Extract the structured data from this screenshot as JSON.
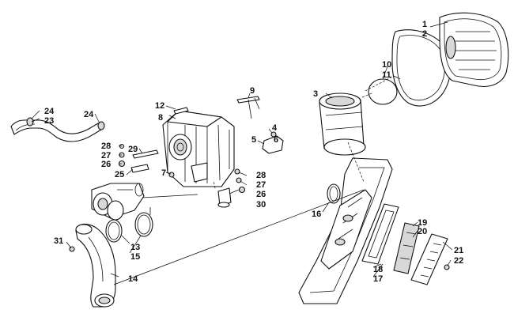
{
  "diagram": {
    "callouts": [
      {
        "key": "c1",
        "label": "1"
      },
      {
        "key": "c2",
        "label": "2"
      },
      {
        "key": "c3",
        "label": "3"
      },
      {
        "key": "c4",
        "label": "4"
      },
      {
        "key": "c5",
        "label": "5"
      },
      {
        "key": "c6",
        "label": "6"
      },
      {
        "key": "c7",
        "label": "7"
      },
      {
        "key": "c8",
        "label": "8"
      },
      {
        "key": "c9",
        "label": "9"
      },
      {
        "key": "c10",
        "label": "10"
      },
      {
        "key": "c11",
        "label": "11"
      },
      {
        "key": "c12",
        "label": "12"
      },
      {
        "key": "c13",
        "label": "13"
      },
      {
        "key": "c14",
        "label": "14"
      },
      {
        "key": "c15",
        "label": "15"
      },
      {
        "key": "c16",
        "label": "16"
      },
      {
        "key": "c17",
        "label": "17"
      },
      {
        "key": "c18",
        "label": "18"
      },
      {
        "key": "c19",
        "label": "19"
      },
      {
        "key": "c20",
        "label": "20"
      },
      {
        "key": "c21",
        "label": "21"
      },
      {
        "key": "c22",
        "label": "22"
      },
      {
        "key": "c23",
        "label": "23"
      },
      {
        "key": "c24a",
        "label": "24"
      },
      {
        "key": "c24b",
        "label": "24"
      },
      {
        "key": "c25",
        "label": "25"
      },
      {
        "key": "c26a",
        "label": "26"
      },
      {
        "key": "c26b",
        "label": "26"
      },
      {
        "key": "c27a",
        "label": "27"
      },
      {
        "key": "c27b",
        "label": "27"
      },
      {
        "key": "c28a",
        "label": "28"
      },
      {
        "key": "c28b",
        "label": "28"
      },
      {
        "key": "c29",
        "label": "29"
      },
      {
        "key": "c30",
        "label": "30"
      },
      {
        "key": "c31",
        "label": "31"
      }
    ]
  }
}
